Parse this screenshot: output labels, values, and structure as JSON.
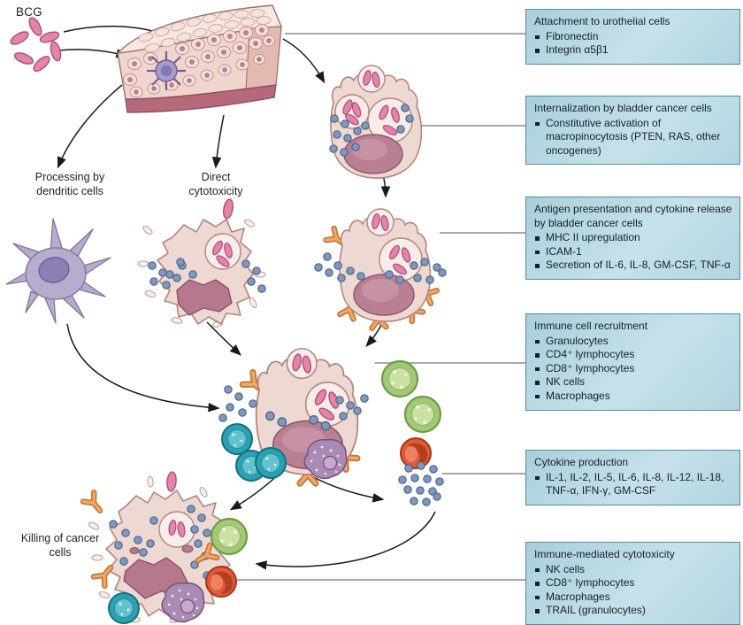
{
  "labels": {
    "bcg": "BCG",
    "processing_by_dendritic_cells": "Processing by dendritic cells",
    "direct_cytotoxicity": "Direct cytotoxicity",
    "killing_of_cancer_cells": "Killing of cancer cells"
  },
  "boxes": [
    {
      "title": "Attachment to urothelial cells",
      "bullets": [
        "Fibronectin",
        "Integrin α5β1"
      ]
    },
    {
      "title": "Internalization by bladder cancer cells",
      "bullets": [
        "Constitutive activation of macropinocytosis (PTEN, RAS, other oncogenes)"
      ]
    },
    {
      "title": "Antigen presentation and cytokine release by bladder cancer cells",
      "bullets": [
        "MHC II upregulation",
        "ICAM-1",
        "Secretion of IL-6, IL-8, GM-CSF, TNF-α"
      ]
    },
    {
      "title": "Immune cell recruitment",
      "bullets": [
        "Granulocytes",
        "CD4⁺ lymphocytes",
        "CD8⁺ lymphocytes",
        "NK cells",
        "Macrophages"
      ]
    },
    {
      "title": "Cytokine production",
      "bullets": [
        "IL-1, IL-2, IL-5, IL-6, IL-8, IL-12, IL-18, TNF-α, IFN-γ, GM-CSF"
      ]
    },
    {
      "title": "Immune-mediated cytotoxicity",
      "bullets": [
        "NK cells",
        "CD8⁺ lymphocytes",
        "Macrophages",
        "TRAIL (granulocytes)"
      ]
    }
  ],
  "colors": {
    "box_fill_light": "#c6e1e9",
    "box_fill_dark": "#a9cfda",
    "box_border": "#4e8fa2",
    "box_text": "#15202b",
    "bcg_bacterium_pink": "#e584a9",
    "cancer_cell_pink": "#eed8d2",
    "nucleus_mauve": "#b97f93",
    "cytokine_dot_blue": "#8198bb",
    "receptor_orange": "#f0a964",
    "dendritic_purple": "#b7accd",
    "macrophage_purple": "#a98bb4",
    "lymphocyte_green": "#a3c878",
    "lymphocyte_teal": "#2aa2b2",
    "nk_cell_red": "#e05a38",
    "arrow_black": "#1a1a1a",
    "connector_grey": "#a8a8a8"
  }
}
